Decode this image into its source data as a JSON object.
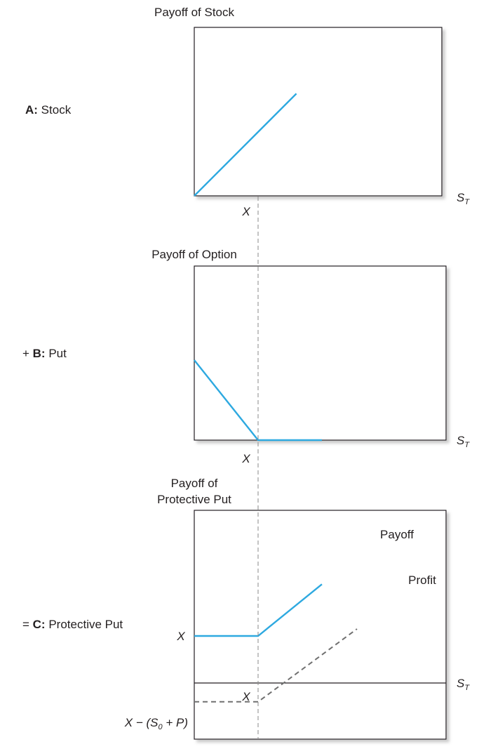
{
  "colors": {
    "payoff_line": "#2ea9e0",
    "profit_line": "#707070",
    "axis": "#231f20",
    "shadow": "#cfcfcf"
  },
  "panels": {
    "a": {
      "title": "Payoff of Stock",
      "row_prefix": "",
      "row_bold": "A:",
      "row_text": " Stock"
    },
    "b": {
      "title": "Payoff of Option",
      "row_prefix": "+ ",
      "row_bold": "B:",
      "row_text": " Put"
    },
    "c": {
      "title_line1": "Payoff of",
      "title_line2": "Protective Put",
      "row_prefix": "= ",
      "row_bold": "C:",
      "row_text": " Protective Put"
    }
  },
  "labels": {
    "strike": "X",
    "x_axis_main": "S",
    "x_axis_sub": "T",
    "payoff": "Payoff",
    "profit": "Profit",
    "c_y_strike": "X",
    "c_y_cost_main": "X − (S",
    "c_y_cost_sub": "0",
    "c_y_cost_tail": " + P)"
  },
  "chart_data": [
    {
      "type": "line",
      "title": "Payoff of Stock",
      "xlabel": "S_T",
      "series": [
        {
          "x": [
            0,
            1.6
          ],
          "y": [
            0,
            1.6
          ]
        }
      ]
    },
    {
      "type": "line",
      "title": "Payoff of Option",
      "xlabel": "S_T",
      "series": [
        {
          "x": [
            0,
            1,
            2
          ],
          "y": [
            1,
            0,
            0
          ]
        }
      ]
    },
    {
      "type": "line",
      "title": "Payoff of Protective Put",
      "xlabel": "S_T",
      "series": [
        {
          "name": "Payoff",
          "x": [
            0,
            1,
            2
          ],
          "y": [
            1,
            1,
            2.1
          ]
        },
        {
          "name": "Profit",
          "x": [
            0,
            1,
            2.55
          ],
          "y": [
            -0.4,
            -0.4,
            1.15
          ]
        }
      ]
    }
  ]
}
